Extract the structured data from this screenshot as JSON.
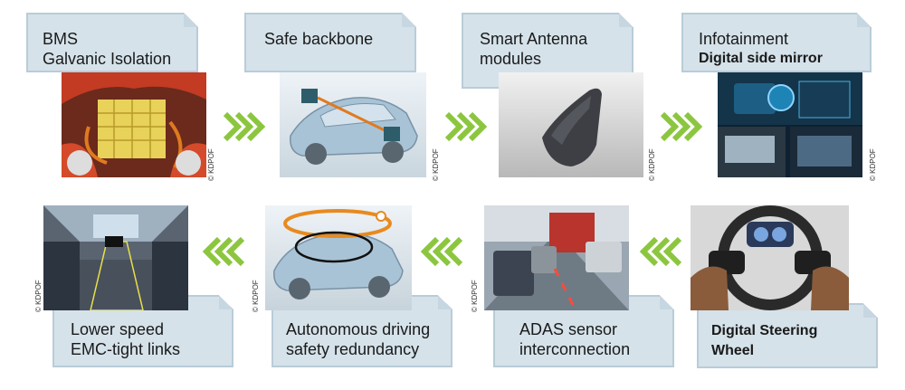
{
  "cards": [
    {
      "line1": "BMS",
      "line2": "Galvanic Isolation"
    },
    {
      "line1": "Safe backbone",
      "line2": ""
    },
    {
      "line1": "Smart Antenna",
      "line2": "modules"
    },
    {
      "line1": "Infotainment",
      "line2": "Digital side mirror"
    },
    {
      "line1": "Digital Steering",
      "line2": "Wheel"
    },
    {
      "line1": "ADAS sensor",
      "line2": "interconnection"
    },
    {
      "line1": "Autonomous driving",
      "line2": "safety redundancy"
    },
    {
      "line1": "Lower speed",
      "line2": "EMC-tight links"
    }
  ],
  "copyright": "© KDPOF",
  "colors": {
    "card_bg": "#d5e2ea",
    "chevron": "#8cc63f"
  },
  "icons": [
    "chevron-right-icon",
    "chevron-left-icon"
  ]
}
